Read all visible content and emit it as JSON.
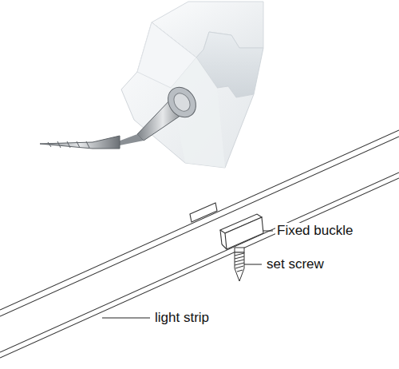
{
  "diagram": {
    "labels": [
      "Fixed buckle",
      "set screw",
      "light strip"
    ]
  }
}
